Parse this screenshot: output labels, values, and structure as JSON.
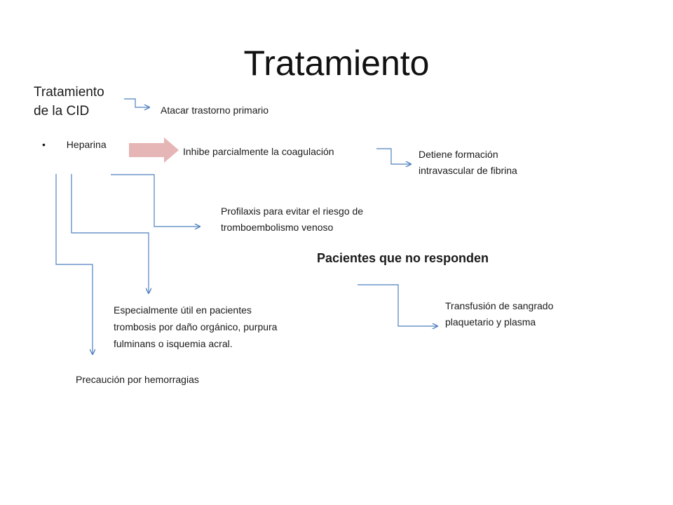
{
  "slide": {
    "title": "Tratamiento",
    "cid_line1": "Tratamiento",
    "cid_line2": "de la CID",
    "atacar": "Atacar trastorno primario",
    "bullet_symbol": "•",
    "heparina": "Heparina",
    "inhibe": "Inhibe parcialmente la coagulación",
    "detiene_line1": "Detiene formación",
    "detiene_line2": "intravascular de fibrina",
    "profilaxis_line1": "Profilaxis para evitar el riesgo de",
    "profilaxis_line2": "tromboembolismo venoso",
    "pacientes": "Pacientes que no responden",
    "transfusion_line1": "Transfusión de sangrado",
    "transfusion_line2": "plaquetario y plasma",
    "util_line1": "Especialmente útil en pacientes",
    "util_line2": "trombosis por  daño orgánico, purpura",
    "util_line3": "fulminans o isquemia acral.",
    "precaucion": "Precaución por hemorragias"
  },
  "colors": {
    "connector": "#4f81bd",
    "block_arrow": "#e6b5b5"
  }
}
